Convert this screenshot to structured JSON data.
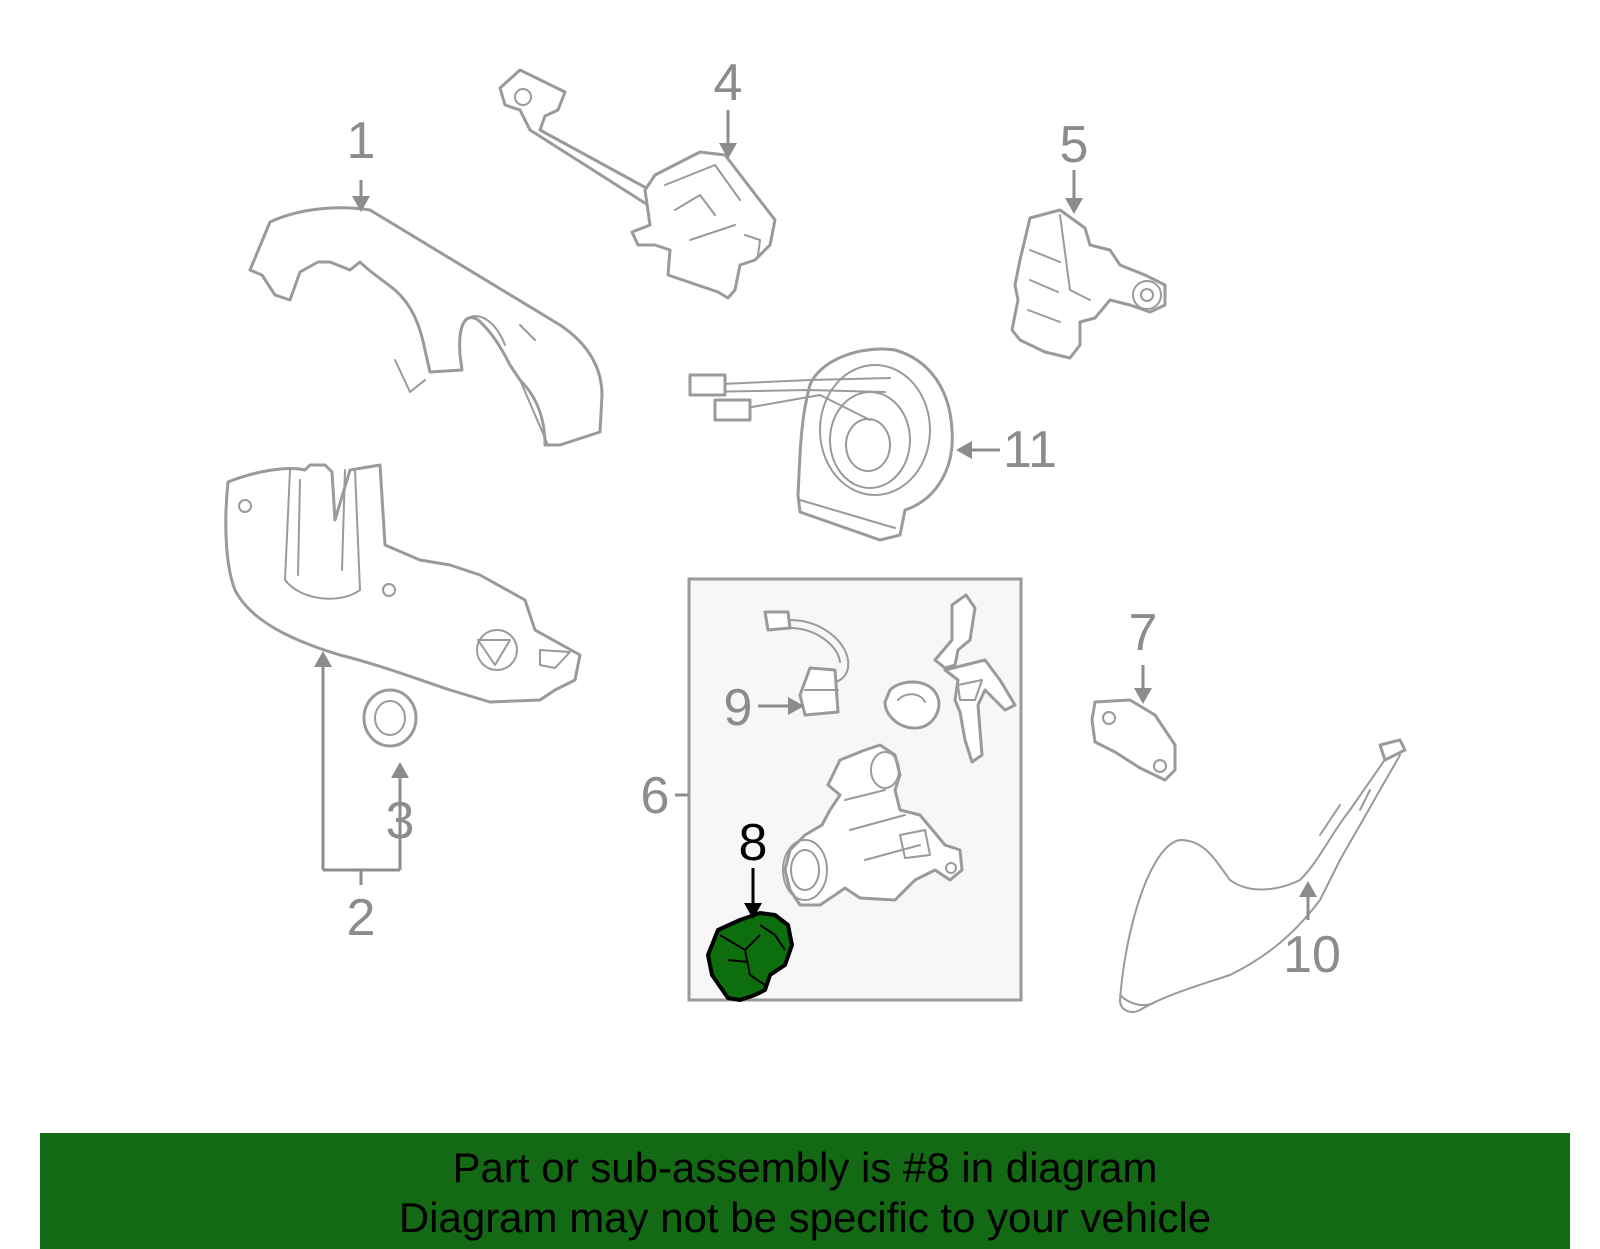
{
  "callouts": [
    {
      "id": "1",
      "label": "1"
    },
    {
      "id": "2",
      "label": "2"
    },
    {
      "id": "3",
      "label": "3"
    },
    {
      "id": "4",
      "label": "4"
    },
    {
      "id": "5",
      "label": "5"
    },
    {
      "id": "6",
      "label": "6"
    },
    {
      "id": "7",
      "label": "7"
    },
    {
      "id": "8",
      "label": "8"
    },
    {
      "id": "9",
      "label": "9"
    },
    {
      "id": "10",
      "label": "10"
    },
    {
      "id": "11",
      "label": "11"
    }
  ],
  "highlight": {
    "part": "8",
    "color": "#0d6e0d"
  },
  "banner": {
    "line1": "Part or sub-assembly is #8 in diagram",
    "line2": "Diagram may not be specific to your vehicle",
    "background": "#146914"
  }
}
